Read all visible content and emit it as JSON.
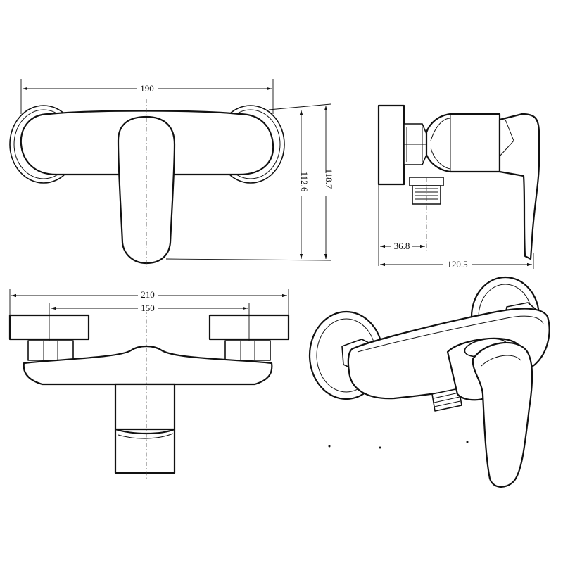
{
  "dimensions": {
    "top_width": "190",
    "inner_height": "112.6",
    "outer_height": "118.7",
    "outlet_offset": "36.8",
    "side_depth": "120.5",
    "bottom_width": "210",
    "bottom_inner_width": "150"
  },
  "views": {
    "front": "front-view",
    "side": "side-view",
    "top": "top-view",
    "iso": "isometric-view"
  },
  "colors": {
    "line": "#111111",
    "background": "#ffffff"
  }
}
